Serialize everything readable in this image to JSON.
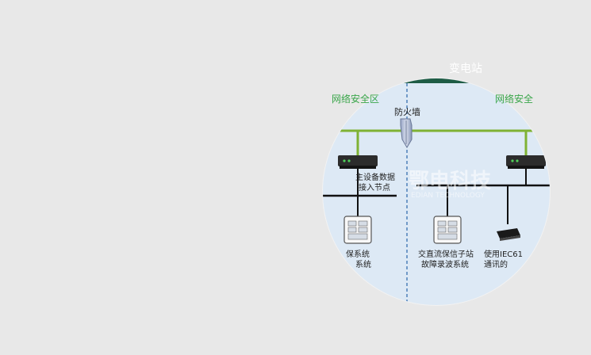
{
  "diagram": {
    "title": "变电站",
    "zones": {
      "left": "网络安全区",
      "right": "网络安全"
    },
    "firewall_label": "防火墙",
    "nodes": {
      "main_device": [
        "主设备数据",
        "接入节点"
      ],
      "relay_left": [
        "保系统",
        "系统"
      ],
      "relay_mid": [
        "交直流保信子站",
        "故障录波系统"
      ],
      "relay_right": [
        "使用IEC61",
        "通讯的"
      ]
    },
    "watermark": {
      "name": "鄂电科技",
      "en": "EDIAN TECHNOLOGY"
    }
  },
  "colors": {
    "header": "#1e5c45",
    "network_line": "#7fb234",
    "zone_text": "#3aa64a",
    "divider": "#4d7fb8",
    "circle_fill": "#dde9f5"
  }
}
